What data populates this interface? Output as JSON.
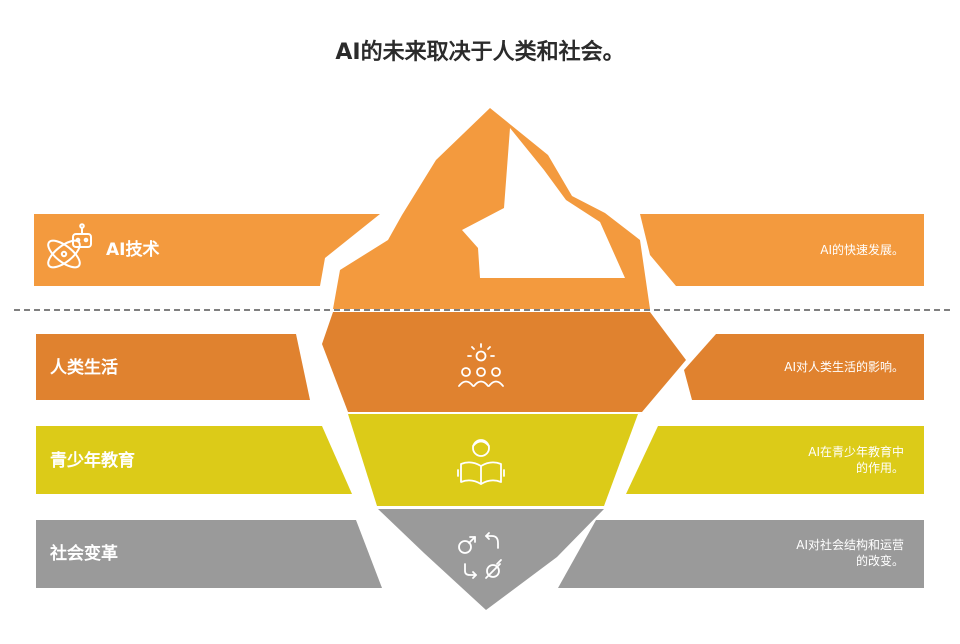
{
  "title": "AI的未来取决于人类和社会。",
  "colors": {
    "orange": "#F39A3E",
    "dark_orange": "#E0822F",
    "yellow": "#DCCB18",
    "gray": "#9A9A9A",
    "white": "#FFFFFF",
    "dash": "#555555"
  },
  "layers": [
    {
      "label": "AI技术",
      "description": [
        "AI的快速发展。"
      ],
      "icon": "robot-atom-icon",
      "color": "#F39A3E"
    },
    {
      "label": "人类生活",
      "description": [
        "AI对人类生活的影响。"
      ],
      "icon": "people-group-icon",
      "color": "#E0822F"
    },
    {
      "label": "青少年教育",
      "description": [
        "AI在青少年教育中",
        "的作用。"
      ],
      "icon": "student-reading-icon",
      "color": "#DCCB18"
    },
    {
      "label": "社会变革",
      "description": [
        "AI对社会结构和运营",
        "的改变。"
      ],
      "icon": "arrows-change-icon",
      "color": "#9A9A9A"
    }
  ]
}
